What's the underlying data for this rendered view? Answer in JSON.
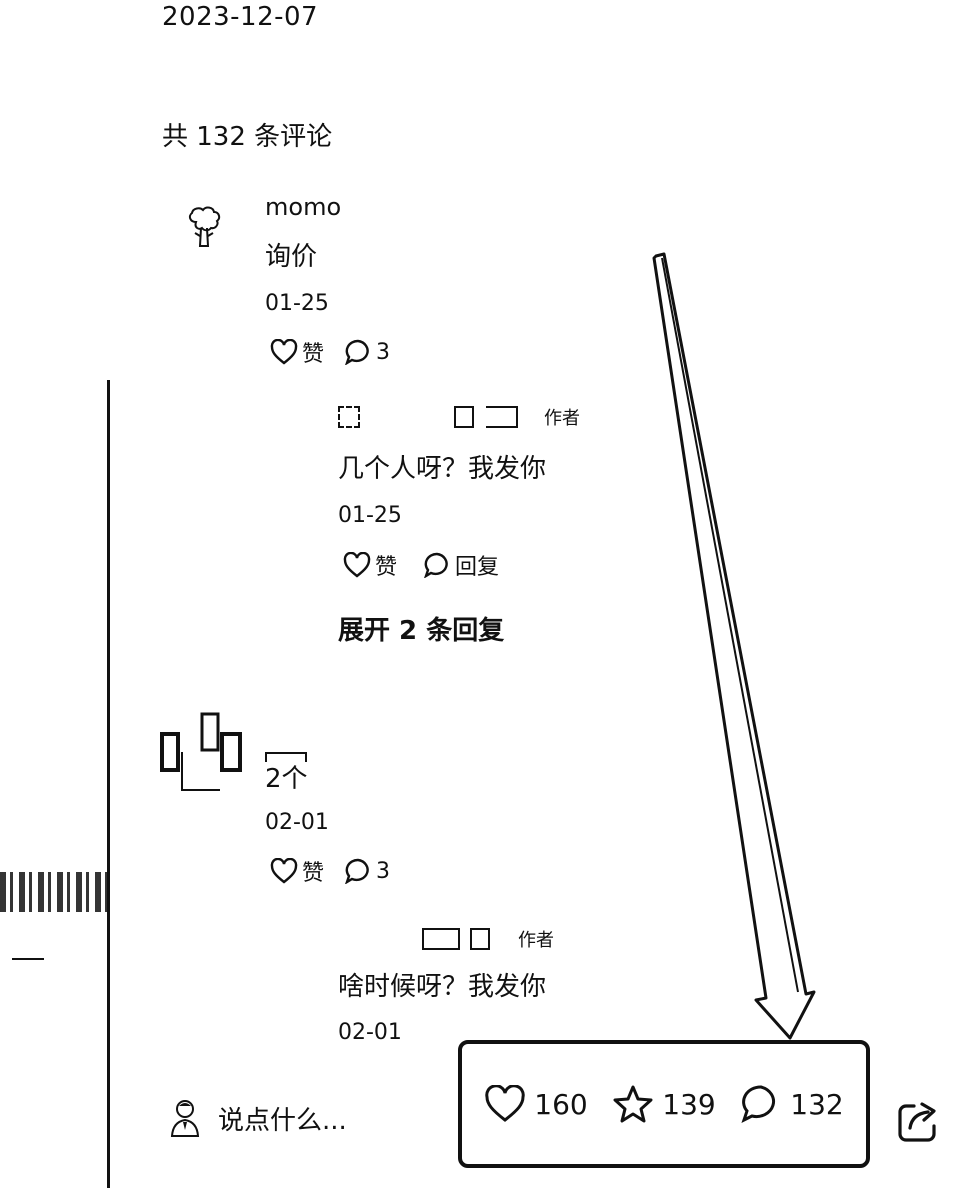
{
  "post": {
    "date": "2023-12-07"
  },
  "comments_header": {
    "count_text": "共 132 条评论"
  },
  "comments": [
    {
      "username": "momo",
      "text": "询价",
      "date": "01-25",
      "like_label": "赞",
      "reply_count": "3",
      "replies": [
        {
          "author_tag": "作者",
          "text": "几个人呀？我发你",
          "date": "01-25",
          "like_label": "赞",
          "reply_label": "回复"
        }
      ],
      "expand_text": "展开 2 条回复"
    },
    {
      "username": "",
      "text": "2个",
      "date": "02-01",
      "like_label": "赞",
      "reply_count": "3",
      "replies": [
        {
          "author_tag": "作者",
          "text": "啥时候呀？我发你",
          "date": "02-01"
        }
      ]
    }
  ],
  "bottom_bar": {
    "input_placeholder": "说点什么...",
    "likes": "160",
    "favorites": "139",
    "comments": "132"
  },
  "icons": {
    "like": "heart-icon",
    "favorite": "star-icon",
    "comment": "comment-bubble-icon",
    "share": "share-icon",
    "user_avatar": "user-avatar-icon"
  }
}
